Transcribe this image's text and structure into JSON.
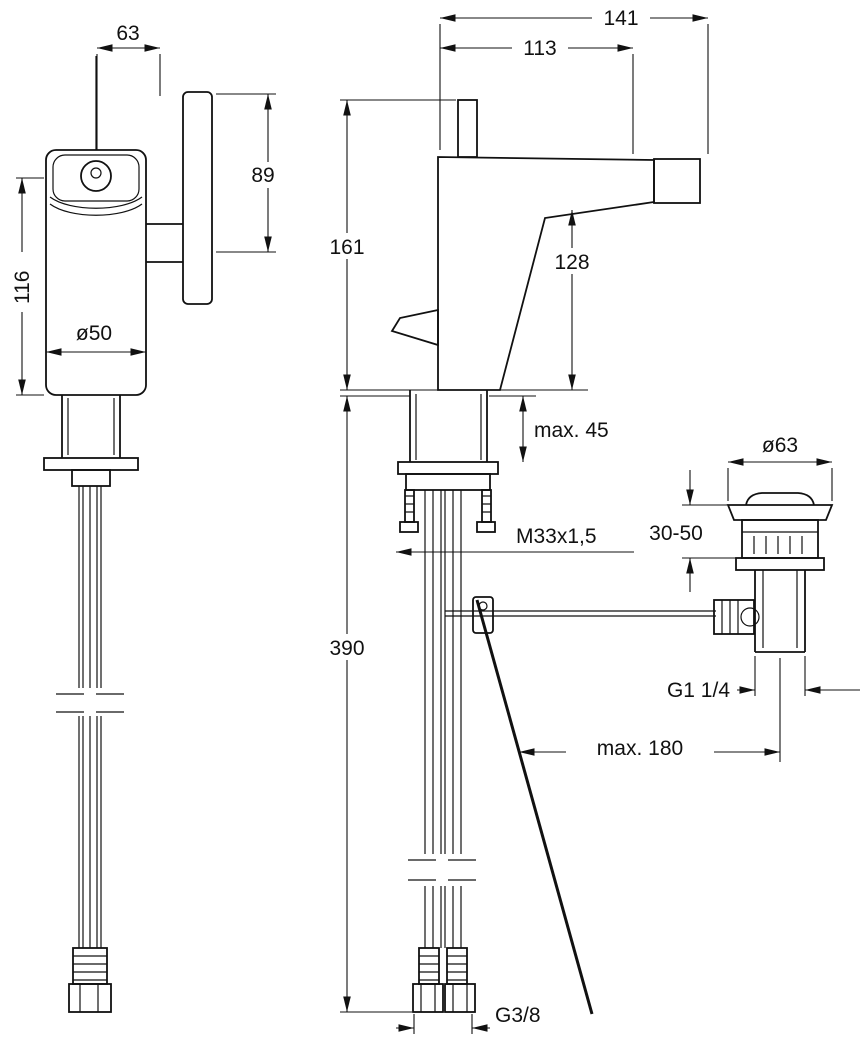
{
  "drawing": {
    "dims": {
      "front_width": "63",
      "lever_height": "89",
      "body_height": "116",
      "body_diameter": "ø50",
      "total_projection": "141",
      "spout_projection": "113",
      "total_height": "161",
      "outlet_height": "128",
      "deck_max": "max. 45",
      "mounting_thread": "M33x1,5",
      "hose_length": "390",
      "waste_diameter": "ø63",
      "waste_range": "30-50",
      "waste_thread": "G1 1/4",
      "rod_max": "max. 180",
      "supply_thread": "G3/8"
    }
  }
}
